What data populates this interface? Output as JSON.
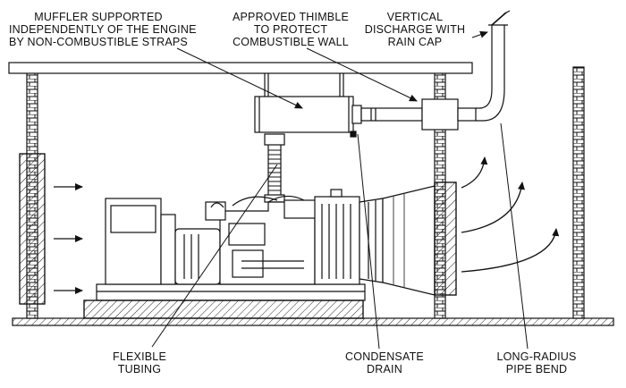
{
  "labels": {
    "muffler": [
      "MUFFLER SUPPORTED",
      "INDEPENDENTLY OF THE ENGINE",
      "BY NON-COMBUSTIBLE STRAPS"
    ],
    "thimble": [
      "APPROVED THIMBLE",
      "TO PROTECT",
      "COMBUSTIBLE WALL"
    ],
    "discharge": [
      "VERTICAL",
      "DISCHARGE WITH",
      "RAIN CAP"
    ],
    "flexible": [
      "FLEXIBLE",
      "TUBING"
    ],
    "condensate": [
      "CONDENSATE",
      "DRAIN"
    ],
    "bend": [
      "LONG-RADIUS",
      "PIPE BEND"
    ]
  },
  "colors": {
    "line": "#111111",
    "fill": "#ffffff",
    "hatch": "#111111"
  }
}
